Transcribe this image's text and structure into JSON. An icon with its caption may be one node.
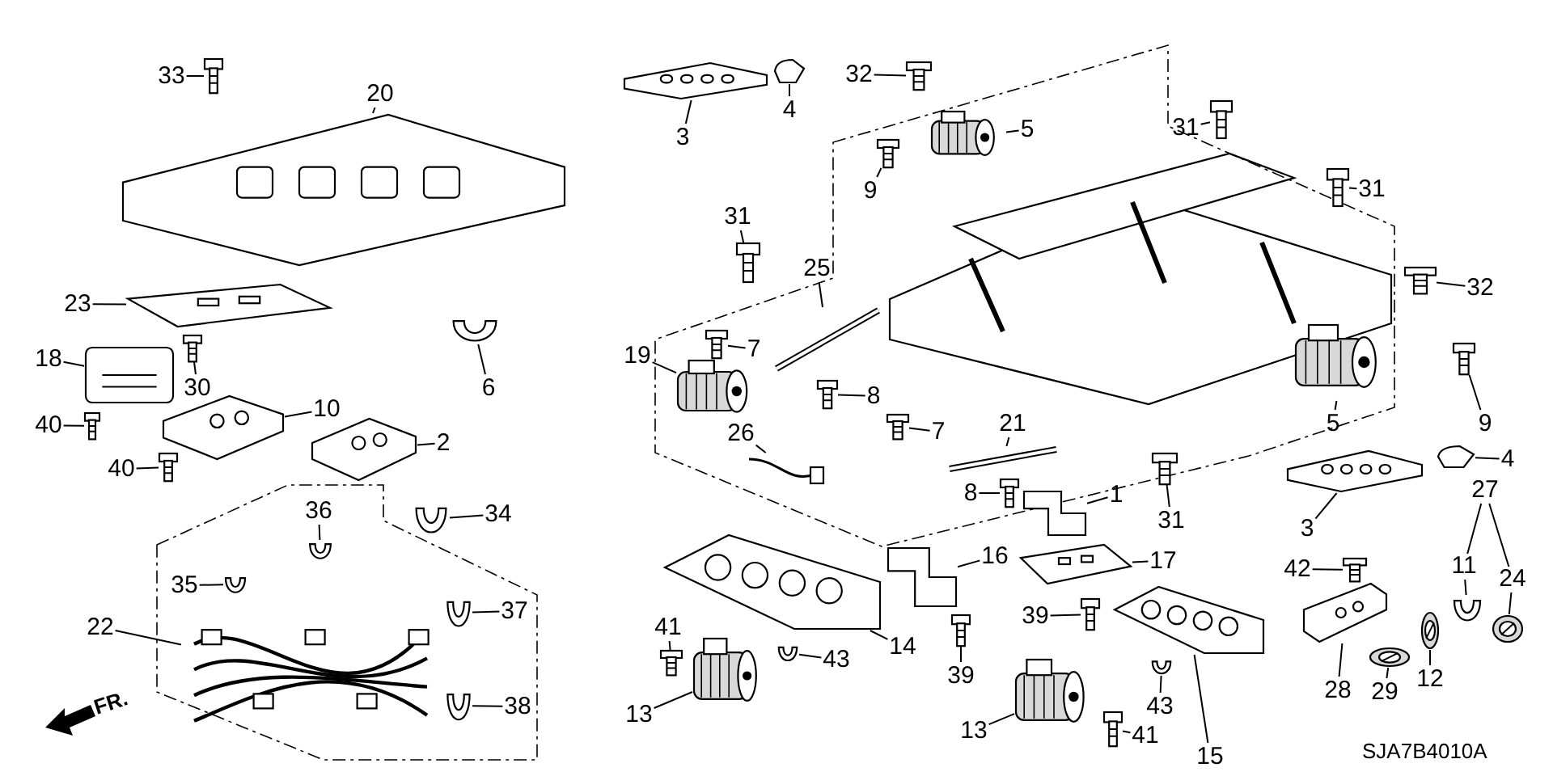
{
  "diagram": {
    "nodes": [
      {
        "text": [
          "33"
        ]
      },
      {
        "text": [],
        "shape": "picture"
      },
      {
        "text": [
          "20"
        ]
      },
      {
        "text": [],
        "shape": "picture"
      },
      {
        "text": [
          "23"
        ]
      },
      {
        "text": [],
        "shape": "picture"
      },
      {
        "text": [
          "18"
        ]
      },
      {
        "text": [],
        "shape": "picture"
      },
      {
        "text": [
          "30"
        ]
      },
      {
        "text": [],
        "shape": "picture"
      },
      {
        "text": [
          "6"
        ]
      },
      {
        "text": [],
        "shape": "picture"
      },
      {
        "text": [
          "10"
        ]
      },
      {
        "text": [],
        "shape": "picture"
      },
      {
        "text": [
          "2"
        ]
      },
      {
        "text": [],
        "shape": "picture"
      },
      {
        "text": [
          "40"
        ]
      },
      {
        "text": [],
        "shape": "picture"
      },
      {
        "text": [
          "40"
        ]
      },
      {
        "text": [],
        "shape": "picture"
      },
      {
        "text": [
          "34"
        ]
      },
      {
        "text": [],
        "shape": "picture"
      },
      {
        "text": [
          "36"
        ]
      },
      {
        "text": [],
        "shape": "picture"
      },
      {
        "text": [
          "35"
        ]
      },
      {
        "text": [],
        "shape": "picture"
      },
      {
        "text": [
          "37"
        ]
      },
      {
        "text": [],
        "shape": "picture"
      },
      {
        "text": [
          "22"
        ]
      },
      {
        "text": [],
        "shape": "picture"
      },
      {
        "text": [
          "38"
        ]
      },
      {
        "text": [],
        "shape": "picture"
      },
      {
        "text": [
          "3"
        ]
      },
      {
        "text": [],
        "shape": "picture"
      },
      {
        "text": [
          "4"
        ]
      },
      {
        "text": [],
        "shape": "picture"
      },
      {
        "text": [
          "32"
        ]
      },
      {
        "text": [],
        "shape": "picture"
      },
      {
        "text": [
          "5"
        ]
      },
      {
        "text": [],
        "shape": "picture"
      },
      {
        "text": [
          "9"
        ]
      },
      {
        "text": [],
        "shape": "picture"
      },
      {
        "text": [
          "31"
        ]
      },
      {
        "text": [],
        "shape": "picture"
      },
      {
        "text": [
          "31"
        ]
      },
      {
        "text": [],
        "shape": "picture"
      },
      {
        "text": [
          "31"
        ]
      },
      {
        "text": [],
        "shape": "picture"
      },
      {
        "text": [
          "32"
        ]
      },
      {
        "text": [],
        "shape": "picture"
      },
      {
        "text": [
          "19"
        ]
      },
      {
        "text": [],
        "shape": "picture"
      },
      {
        "text": [
          "7"
        ]
      },
      {
        "text": [],
        "shape": "picture"
      },
      {
        "text": [
          "25"
        ]
      },
      {
        "text": [],
        "shape": "picture"
      },
      {
        "text": [
          "8"
        ]
      },
      {
        "text": [],
        "shape": "picture"
      },
      {
        "text": [
          "21"
        ]
      },
      {
        "text": [],
        "shape": "picture"
      },
      {
        "text": [
          "7"
        ]
      },
      {
        "text": [],
        "shape": "picture"
      },
      {
        "text": [
          "26"
        ]
      },
      {
        "text": [],
        "shape": "picture"
      },
      {
        "text": [
          "8"
        ]
      },
      {
        "text": [],
        "shape": "picture"
      },
      {
        "text": [
          "5"
        ]
      },
      {
        "text": [],
        "shape": "picture"
      },
      {
        "text": [
          "9"
        ]
      },
      {
        "text": [],
        "shape": "picture"
      },
      {
        "text": [
          "4"
        ]
      },
      {
        "text": [],
        "shape": "picture"
      },
      {
        "text": [
          "31"
        ]
      },
      {
        "text": [],
        "shape": "picture"
      },
      {
        "text": [
          "1"
        ]
      },
      {
        "text": [],
        "shape": "picture"
      },
      {
        "text": [
          "3"
        ]
      },
      {
        "text": [],
        "shape": "picture"
      },
      {
        "text": [
          "16"
        ]
      },
      {
        "text": [],
        "shape": "picture"
      },
      {
        "text": [
          "17"
        ]
      },
      {
        "text": [],
        "shape": "picture"
      },
      {
        "text": [
          "27"
        ]
      },
      {
        "text": [
          "11"
        ]
      },
      {
        "text": [],
        "shape": "picture"
      },
      {
        "text": [
          "24"
        ]
      },
      {
        "text": [],
        "shape": "picture"
      },
      {
        "text": [
          "42"
        ]
      },
      {
        "text": [],
        "shape": "picture"
      },
      {
        "text": [
          "39"
        ]
      },
      {
        "text": [],
        "shape": "picture"
      },
      {
        "text": [
          "41"
        ]
      },
      {
        "text": [],
        "shape": "picture"
      },
      {
        "text": [
          "43"
        ]
      },
      {
        "text": [],
        "shape": "picture"
      },
      {
        "text": [
          "14"
        ]
      },
      {
        "text": [],
        "shape": "picture"
      },
      {
        "text": [
          "43"
        ]
      },
      {
        "text": [],
        "shape": "picture"
      },
      {
        "text": [
          "39"
        ]
      },
      {
        "text": [],
        "shape": "picture"
      },
      {
        "text": [
          "13"
        ]
      },
      {
        "text": [],
        "shape": "picture"
      },
      {
        "text": [
          "13"
        ]
      },
      {
        "text": [],
        "shape": "picture"
      },
      {
        "text": [
          "41"
        ]
      },
      {
        "text": [],
        "shape": "picture"
      },
      {
        "text": [
          "15"
        ]
      },
      {
        "text": [],
        "shape": "picture"
      },
      {
        "text": [
          "28"
        ]
      },
      {
        "text": [],
        "shape": "picture"
      },
      {
        "text": [
          "29"
        ]
      },
      {
        "text": [],
        "shape": "picture"
      },
      {
        "text": [
          "12"
        ]
      },
      {
        "text": [],
        "shape": "picture"
      }
    ],
    "edges": [
      {
        "from": 0,
        "to": 1,
        "arrow": "none"
      },
      {
        "from": 2,
        "to": 3,
        "arrow": "none"
      },
      {
        "from": 4,
        "to": 5,
        "arrow": "none"
      },
      {
        "from": 6,
        "to": 7,
        "arrow": "none"
      },
      {
        "from": 8,
        "to": 9,
        "arrow": "none"
      },
      {
        "from": 10,
        "to": 11,
        "arrow": "none"
      },
      {
        "from": 12,
        "to": 13,
        "arrow": "none"
      },
      {
        "from": 14,
        "to": 15,
        "arrow": "none"
      },
      {
        "from": 16,
        "to": 17,
        "arrow": "none"
      },
      {
        "from": 18,
        "to": 19,
        "arrow": "none"
      },
      {
        "from": 20,
        "to": 21,
        "arrow": "none"
      },
      {
        "from": 22,
        "to": 23,
        "arrow": "none"
      },
      {
        "from": 24,
        "to": 25,
        "arrow": "none"
      },
      {
        "from": 26,
        "to": 27,
        "arrow": "none"
      },
      {
        "from": 28,
        "to": 29,
        "arrow": "none"
      },
      {
        "from": 30,
        "to": 31,
        "arrow": "none"
      },
      {
        "from": 32,
        "to": 33,
        "arrow": "none"
      },
      {
        "from": 34,
        "to": 35,
        "arrow": "none"
      },
      {
        "from": 36,
        "to": 37,
        "arrow": "none"
      },
      {
        "from": 38,
        "to": 39,
        "arrow": "none"
      },
      {
        "from": 40,
        "to": 41,
        "arrow": "none"
      },
      {
        "from": 42,
        "to": 43,
        "arrow": "none"
      },
      {
        "from": 44,
        "to": 45,
        "arrow": "none"
      },
      {
        "from": 46,
        "to": 47,
        "arrow": "none"
      },
      {
        "from": 48,
        "to": 49,
        "arrow": "none"
      },
      {
        "from": 50,
        "to": 51,
        "arrow": "none"
      },
      {
        "from": 52,
        "to": 53,
        "arrow": "none"
      },
      {
        "from": 54,
        "to": 55,
        "arrow": "none"
      },
      {
        "from": 56,
        "to": 57,
        "arrow": "none"
      },
      {
        "from": 58,
        "to": 59,
        "arrow": "none"
      },
      {
        "from": 60,
        "to": 61,
        "arrow": "none"
      },
      {
        "from": 62,
        "to": 63,
        "arrow": "none"
      },
      {
        "from": 64,
        "to": 65,
        "arrow": "none"
      },
      {
        "from": 66,
        "to": 67,
        "arrow": "none"
      },
      {
        "from": 68,
        "to": 69,
        "arrow": "none"
      },
      {
        "from": 70,
        "to": 71,
        "arrow": "none"
      },
      {
        "from": 72,
        "to": 73,
        "arrow": "none"
      },
      {
        "from": 74,
        "to": 75,
        "arrow": "none"
      },
      {
        "from": 76,
        "to": 77,
        "arrow": "none"
      },
      {
        "from": 78,
        "to": 79,
        "arrow": "none"
      },
      {
        "from": 80,
        "to": 81,
        "arrow": "none"
      },
      {
        "from": 82,
        "to": 83,
        "arrow": "none"
      },
      {
        "from": 82,
        "to": 85,
        "arrow": "none"
      },
      {
        "from": 83,
        "to": 84,
        "arrow": "none"
      },
      {
        "from": 85,
        "to": 86,
        "arrow": "none"
      },
      {
        "from": 87,
        "to": 88,
        "arrow": "none"
      },
      {
        "from": 89,
        "to": 90,
        "arrow": "none"
      },
      {
        "from": 91,
        "to": 92,
        "arrow": "none"
      },
      {
        "from": 93,
        "to": 94,
        "arrow": "none"
      },
      {
        "from": 95,
        "to": 96,
        "arrow": "none"
      },
      {
        "from": 97,
        "to": 98,
        "arrow": "none"
      },
      {
        "from": 99,
        "to": 100,
        "arrow": "none"
      },
      {
        "from": 101,
        "to": 102,
        "arrow": "none"
      },
      {
        "from": 103,
        "to": 104,
        "arrow": "none"
      },
      {
        "from": 105,
        "to": 106,
        "arrow": "none"
      },
      {
        "from": 107,
        "to": 108,
        "arrow": "none"
      },
      {
        "from": 109,
        "to": 110,
        "arrow": "none"
      },
      {
        "from": 111,
        "to": 112,
        "arrow": "none"
      },
      {
        "from": 113,
        "to": 114,
        "arrow": "none"
      }
    ],
    "labels": [
      "FR.",
      "SJA7B4010A"
    ]
  }
}
